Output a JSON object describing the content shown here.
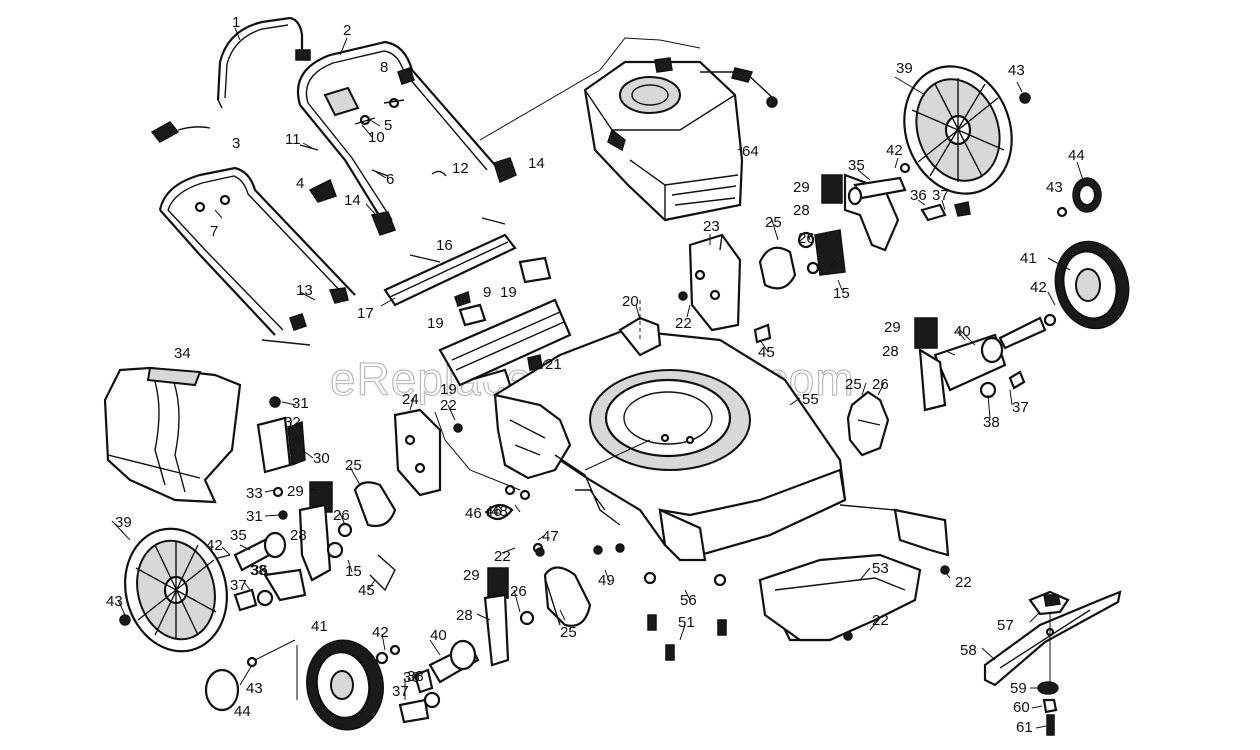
{
  "watermark": "eReplacementParts.com",
  "callouts": [
    "1",
    "2",
    "3",
    "4",
    "5",
    "6",
    "7",
    "8",
    "9",
    "10",
    "11",
    "12",
    "13",
    "14",
    "15",
    "16",
    "17",
    "19",
    "20",
    "21",
    "22",
    "23",
    "24",
    "25",
    "26",
    "28",
    "29",
    "30",
    "31",
    "32",
    "33",
    "34",
    "35",
    "36",
    "37",
    "38",
    "39",
    "40",
    "41",
    "42",
    "43",
    "44",
    "45",
    "46",
    "47",
    "48",
    "49",
    "51",
    "53",
    "55",
    "56",
    "57",
    "58",
    "59",
    "60",
    "61",
    "64"
  ]
}
